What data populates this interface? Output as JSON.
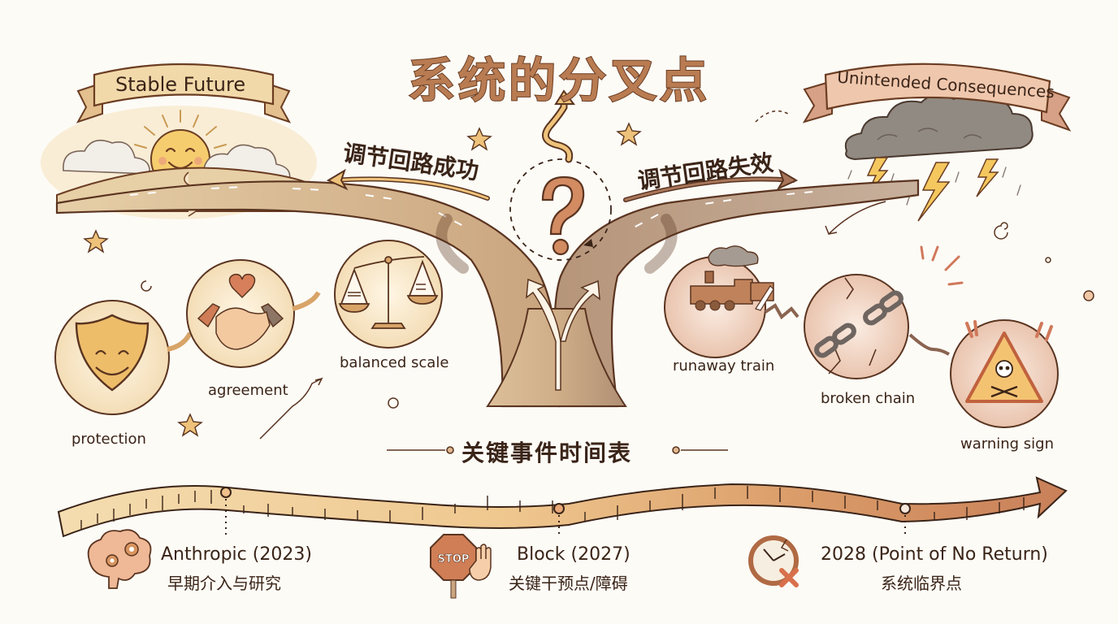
{
  "title": "系统的分叉点",
  "colors": {
    "background": "#fdfbf6",
    "ink": "#3a2418",
    "road": "#c9a47e",
    "warm_accent": "#e8b86a",
    "brown_accent": "#b97c52",
    "danger": "#d0785a",
    "storm_gray": "#8f877f"
  },
  "left_branch": {
    "banner": "Stable Future",
    "scene_icons": [
      "smiling-sun-icon",
      "clouds-icon",
      "winding-road-icon"
    ],
    "path_label": "调节回路成功",
    "nodes": [
      {
        "label": "protection",
        "icon": "smiling-shield-icon"
      },
      {
        "label": "agreement",
        "icon": "handshake-heart-icon"
      },
      {
        "label": "balanced scale",
        "icon": "balance-scale-icon"
      }
    ]
  },
  "center": {
    "icon": "question-mark-icon",
    "decor": [
      "squiggle-up-arrow-icon",
      "fork-arrows-icon",
      "star-icon"
    ]
  },
  "right_branch": {
    "banner": "Unintended Consequences",
    "scene_icons": [
      "storm-cloud-icon",
      "lightning-icon",
      "rain-icon"
    ],
    "path_label": "调节回路失效",
    "nodes": [
      {
        "label": "runaway train",
        "icon": "steam-train-icon"
      },
      {
        "label": "broken chain",
        "icon": "broken-chain-icon"
      },
      {
        "label": "warning sign",
        "icon": "skull-warning-icon"
      }
    ]
  },
  "timeline": {
    "title": "关键事件时间表",
    "events": [
      {
        "title": "Anthropic (2023)",
        "subtitle": "早期介入与研究",
        "icon": "brain-gears-icon"
      },
      {
        "title": "Block (2027)",
        "subtitle": "关键干预点/障碍",
        "icon": "stop-sign-hand-icon"
      },
      {
        "title": "2028 (Point of No Return)",
        "subtitle": "系统临界点",
        "icon": "broken-clock-icon"
      }
    ]
  }
}
